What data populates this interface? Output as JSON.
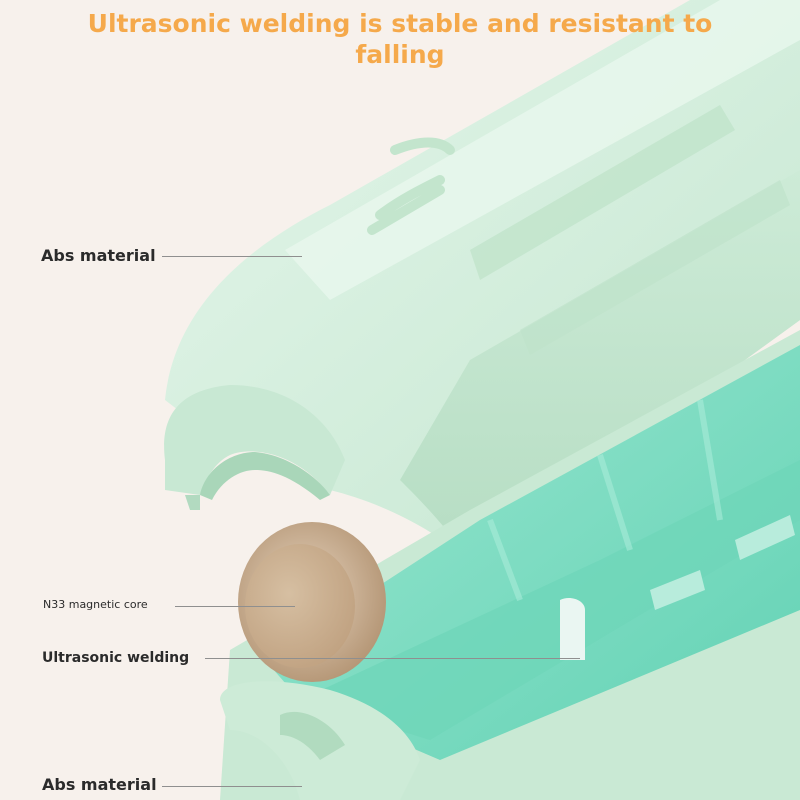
{
  "headline": {
    "line1": "Ultrasonic welding is stable and resistant to",
    "line2": "falling"
  },
  "callouts": {
    "abs_top": "Abs material",
    "magnetic_core": "N33 magnetic core",
    "ultrasonic_welding": "Ultrasonic welding",
    "abs_bottom": "Abs material"
  },
  "colors": {
    "background": "#f7f1ec",
    "headline": "#f5a94b",
    "shell_light": "#d2eed9",
    "shell_mid": "#bfe4cc",
    "interior": "#7fdcc3",
    "magnet": "#cdb293"
  }
}
